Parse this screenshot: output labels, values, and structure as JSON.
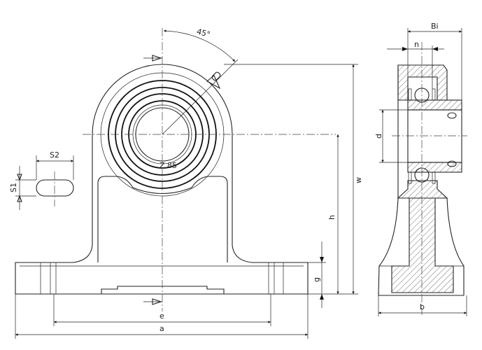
{
  "drawing": {
    "angle_label": "45°",
    "housing_marking": "Z 85",
    "dimensions": {
      "Bi": "Bi",
      "n": "n",
      "d": "d",
      "S2": "S2",
      "S1": "S1",
      "w": "w",
      "h": "h",
      "g": "g",
      "e": "e",
      "a": "a",
      "b": "b"
    }
  }
}
